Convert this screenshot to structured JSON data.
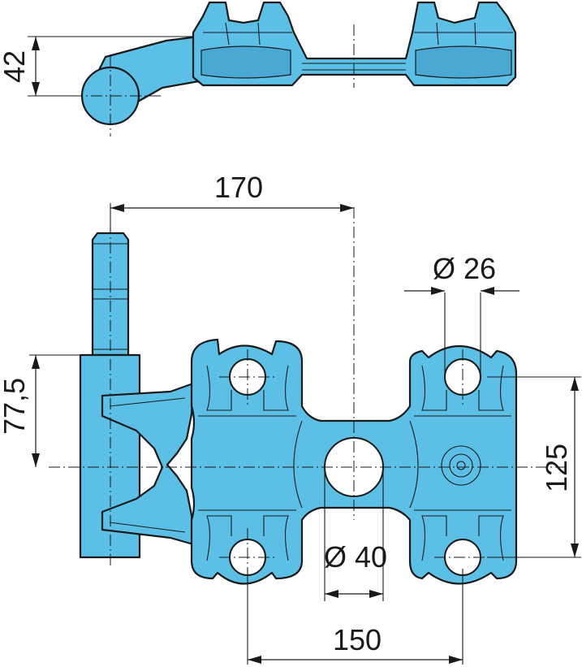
{
  "drawing": {
    "colors": {
      "part_fill": "#5bbfe6",
      "outline": "#1a1a1a",
      "background": "#ffffff"
    },
    "dimensions": {
      "d42": "42",
      "d170": "170",
      "d26": "Ø 26",
      "d77_5": "77,5",
      "d125": "125",
      "d40": "Ø 40",
      "d150": "150"
    }
  }
}
